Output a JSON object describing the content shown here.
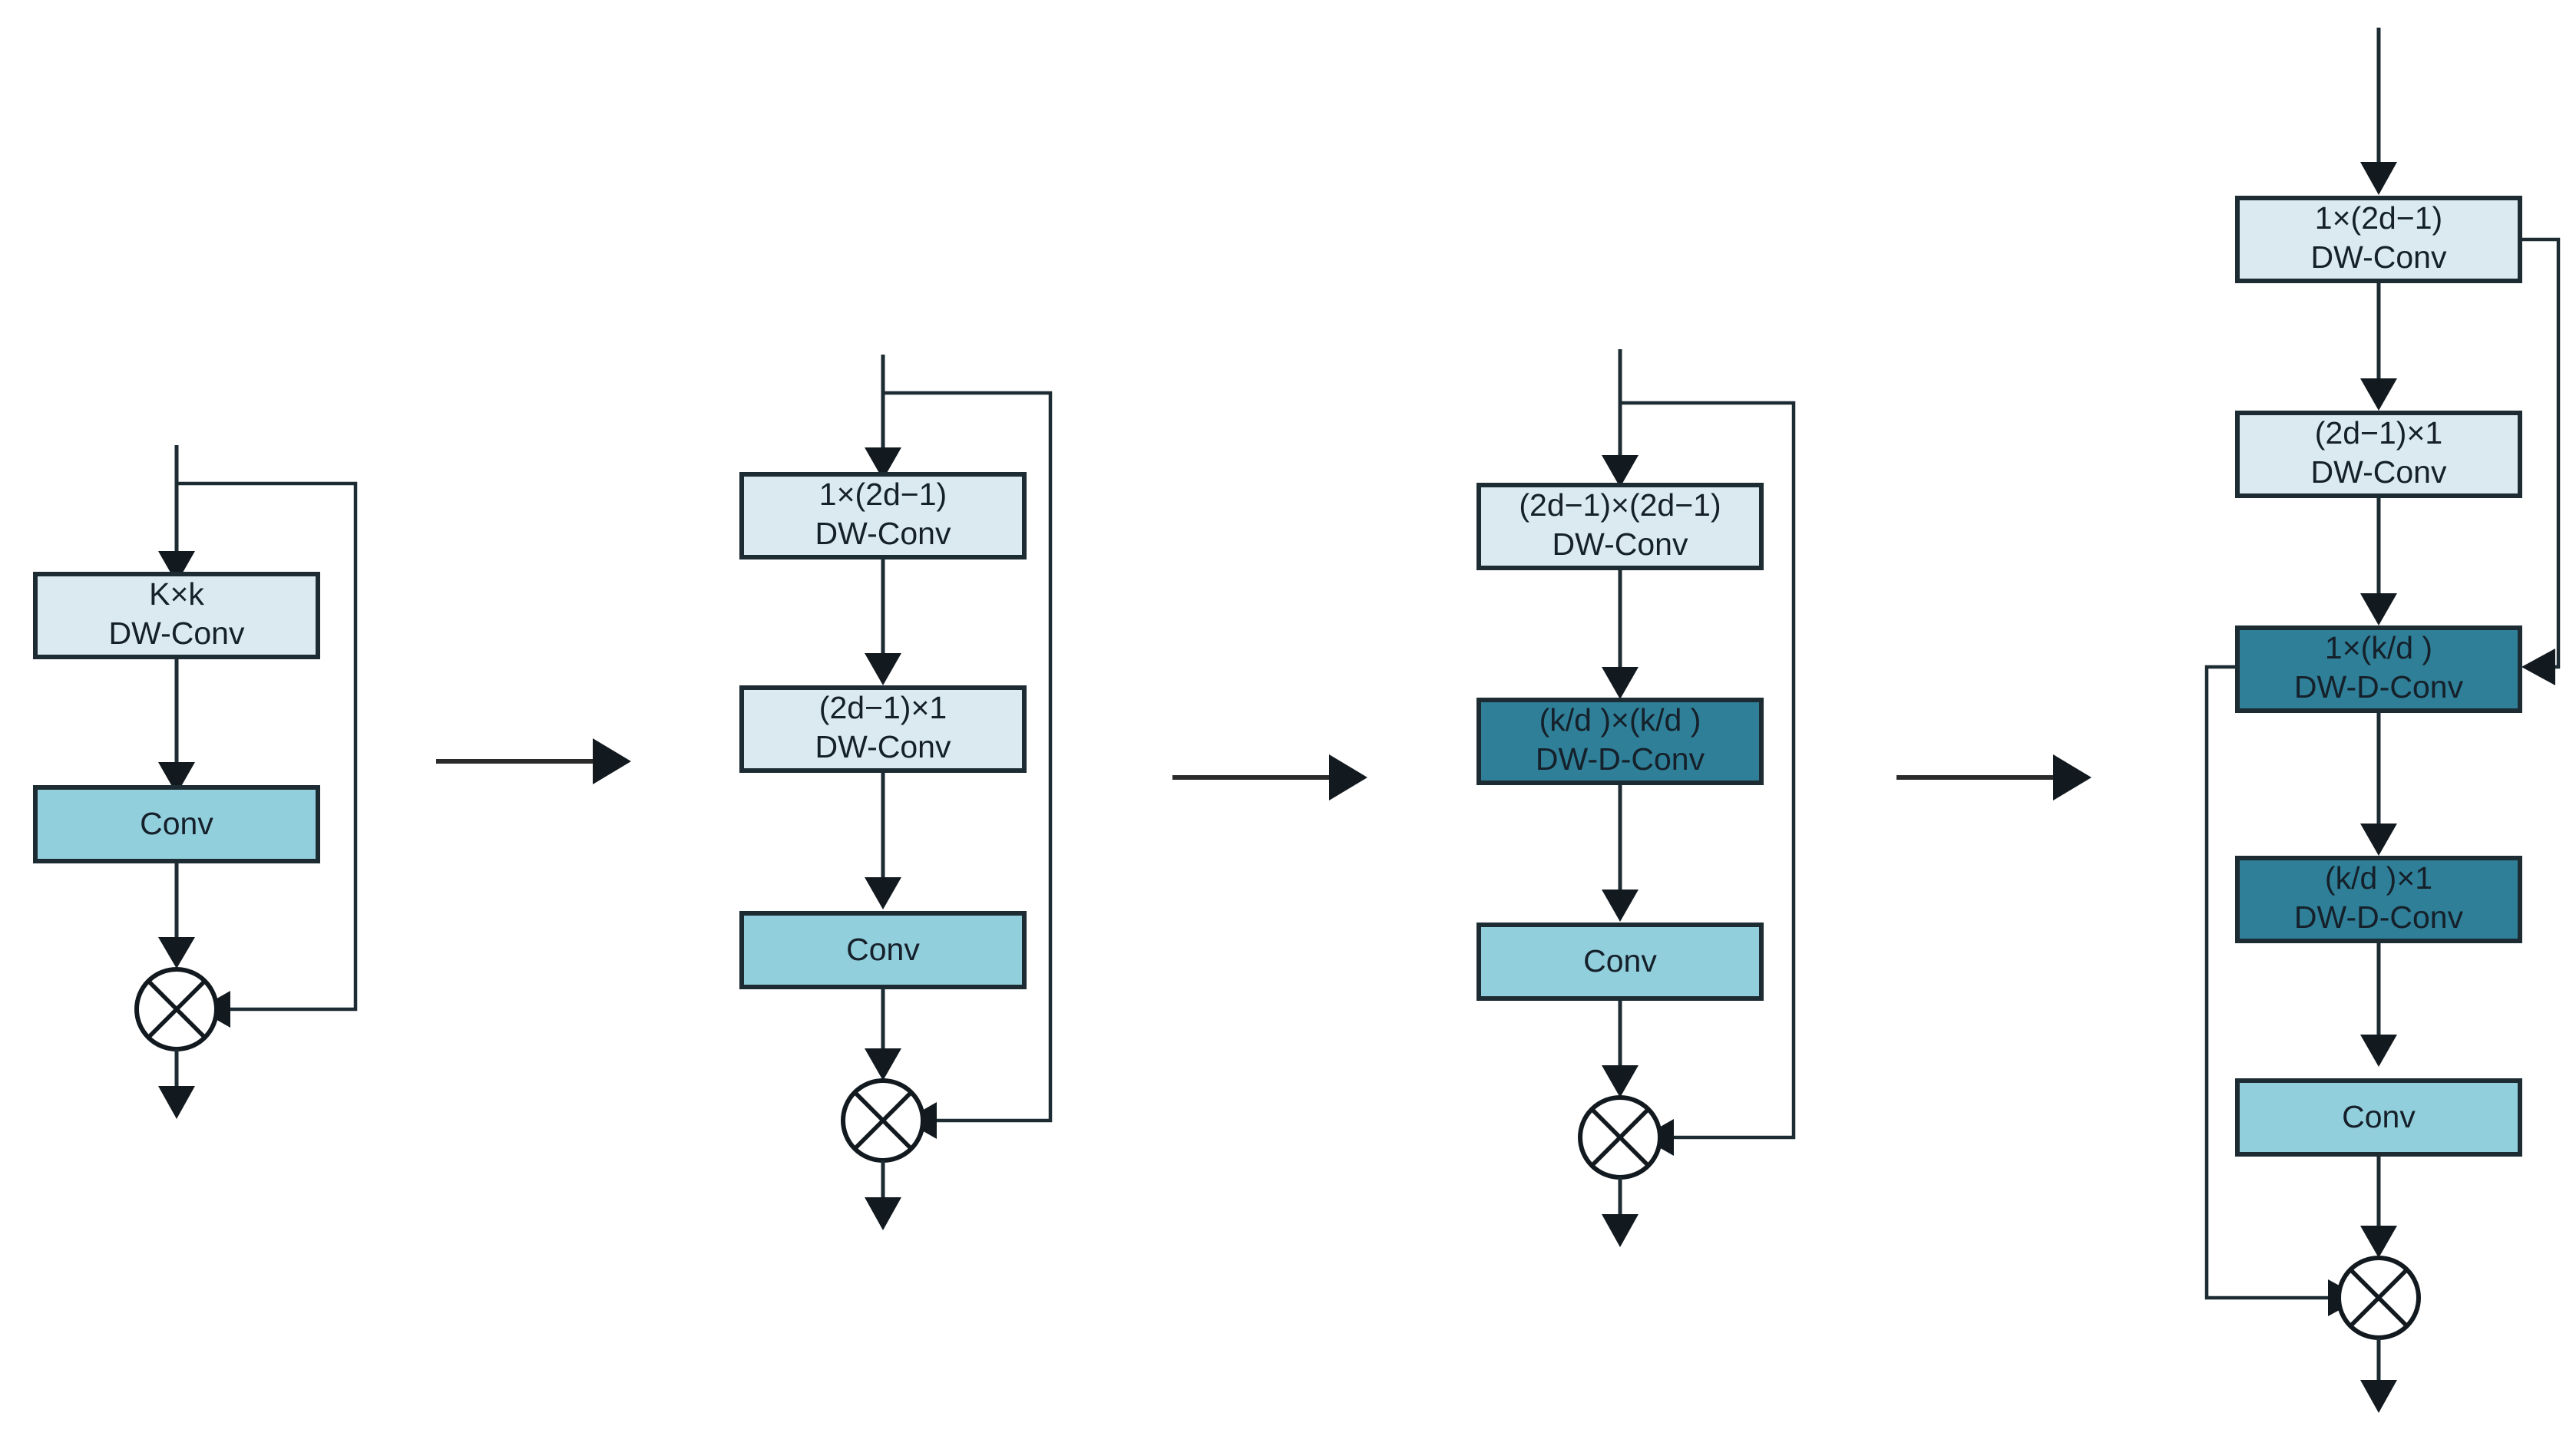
{
  "figure": {
    "type": "diagram",
    "subject": "re-parameterized large-kernel depthwise convolution block decomposition",
    "background_color": "#ffffff",
    "palette": {
      "light_block": "#daeaf0",
      "mid_block": "#92cfdc",
      "dark_block": "#2e7f97",
      "stroke": "#1d2b33",
      "arrow": "#121a20",
      "text": "#15202a"
    },
    "multiply_symbol": "crossed-circle"
  },
  "stages": [
    {
      "id": "stage-1",
      "index": 1,
      "blocks": [
        {
          "id": "s1-b1",
          "line1": "K×k",
          "line2": "DW-Conv",
          "fill": "light"
        },
        {
          "id": "s1-b2",
          "line1": "Conv",
          "line2": "",
          "fill": "mid"
        }
      ],
      "merge": {
        "id": "s1-merge",
        "symbol": "⊗",
        "label": "crossed-circle"
      },
      "skip": {
        "from": "input-line",
        "to": "merge",
        "side": "right"
      }
    },
    {
      "id": "stage-2",
      "index": 2,
      "blocks": [
        {
          "id": "s2-b1",
          "line1": "1×(2d−1)",
          "line2": "DW-Conv",
          "fill": "light"
        },
        {
          "id": "s2-b2",
          "line1": "(2d−1)×1",
          "line2": "DW-Conv",
          "fill": "light"
        },
        {
          "id": "s2-b3",
          "line1": "Conv",
          "line2": "",
          "fill": "mid"
        }
      ],
      "merge": {
        "id": "s2-merge",
        "symbol": "⊗",
        "label": "crossed-circle"
      },
      "skip": {
        "from": "input-line",
        "to": "merge",
        "side": "right"
      }
    },
    {
      "id": "stage-3",
      "index": 3,
      "blocks": [
        {
          "id": "s3-b1",
          "line1": "(2d−1)×(2d−1)",
          "line2": "DW-Conv",
          "fill": "light"
        },
        {
          "id": "s3-b2",
          "line1": "(k/d )×(k/d )",
          "line2": "DW-D-Conv",
          "fill": "dark"
        },
        {
          "id": "s3-b3",
          "line1": "Conv",
          "line2": "",
          "fill": "mid"
        }
      ],
      "merge": {
        "id": "s3-merge",
        "symbol": "⊗",
        "label": "crossed-circle"
      },
      "skip": {
        "from": "input-line",
        "to": "merge",
        "side": "right"
      }
    },
    {
      "id": "stage-4",
      "index": 4,
      "blocks": [
        {
          "id": "s4-b1",
          "line1": "1×(2d−1)",
          "line2": "DW-Conv",
          "fill": "light"
        },
        {
          "id": "s4-b2",
          "line1": "(2d−1)×1",
          "line2": "DW-Conv",
          "fill": "light"
        },
        {
          "id": "s4-b3",
          "line1": "1×(k/d )",
          "line2": "DW-D-Conv",
          "fill": "dark"
        },
        {
          "id": "s4-b4",
          "line1": "(k/d )×1",
          "line2": "DW-D-Conv",
          "fill": "dark"
        },
        {
          "id": "s4-b5",
          "line1": "Conv",
          "line2": "",
          "fill": "mid"
        }
      ],
      "merge": {
        "id": "s4-merge",
        "symbol": "⊗",
        "label": "crossed-circle"
      },
      "skips": [
        {
          "from": "s4-b1-right",
          "to": "s4-b3-right",
          "side": "right"
        },
        {
          "from": "s4-b3-left",
          "to": "merge",
          "side": "left"
        }
      ]
    }
  ],
  "transitions": [
    {
      "id": "t1",
      "from": "stage-1",
      "to": "stage-2",
      "glyph": "→"
    },
    {
      "id": "t2",
      "from": "stage-2",
      "to": "stage-3",
      "glyph": "→"
    },
    {
      "id": "t3",
      "from": "stage-3",
      "to": "stage-4",
      "glyph": "→"
    }
  ]
}
